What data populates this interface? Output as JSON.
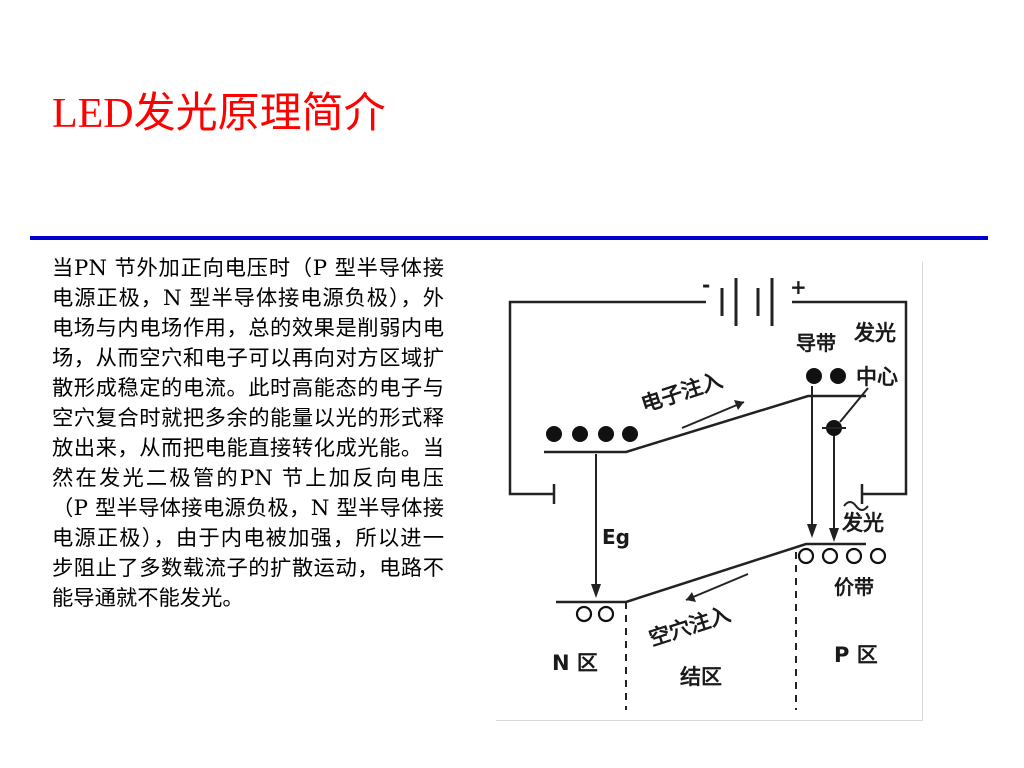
{
  "slide": {
    "title": "LED发光原理简介",
    "body": "当PN 节外加正向电压时（P 型半导体接电源正极，N 型半导体接电源负极），外电场与内电场作用，总的效果是削弱内电场，从而空穴和电子可以再向对方区域扩散形成稳定的电流。此时高能态的电子与空穴复合时就把多余的能量以光的形式释放出来，从而把电能直接转化成光能。当然在发光二极管的PN 节上加反向电压（P 型半导体接电源负极，N 型半导体接电源正极），由于内电被加强，所以进一步阻止了多数载流子的扩散运动，电路不能导通就不能发光。"
  },
  "diagram": {
    "labels": {
      "minus": "-",
      "plus": "+",
      "conduction_band": "导带",
      "emission": "发光",
      "center": "中心",
      "electron_injection": "电子注入",
      "eg": "Eg",
      "emit_light": "发光",
      "valence_band": "价带",
      "hole_injection": "空穴注入",
      "n_region": "N 区",
      "junction": "结区",
      "p_region": "P 区"
    }
  },
  "colors": {
    "title": "#ff0000",
    "rule": "#0000cc",
    "text": "#000000"
  }
}
